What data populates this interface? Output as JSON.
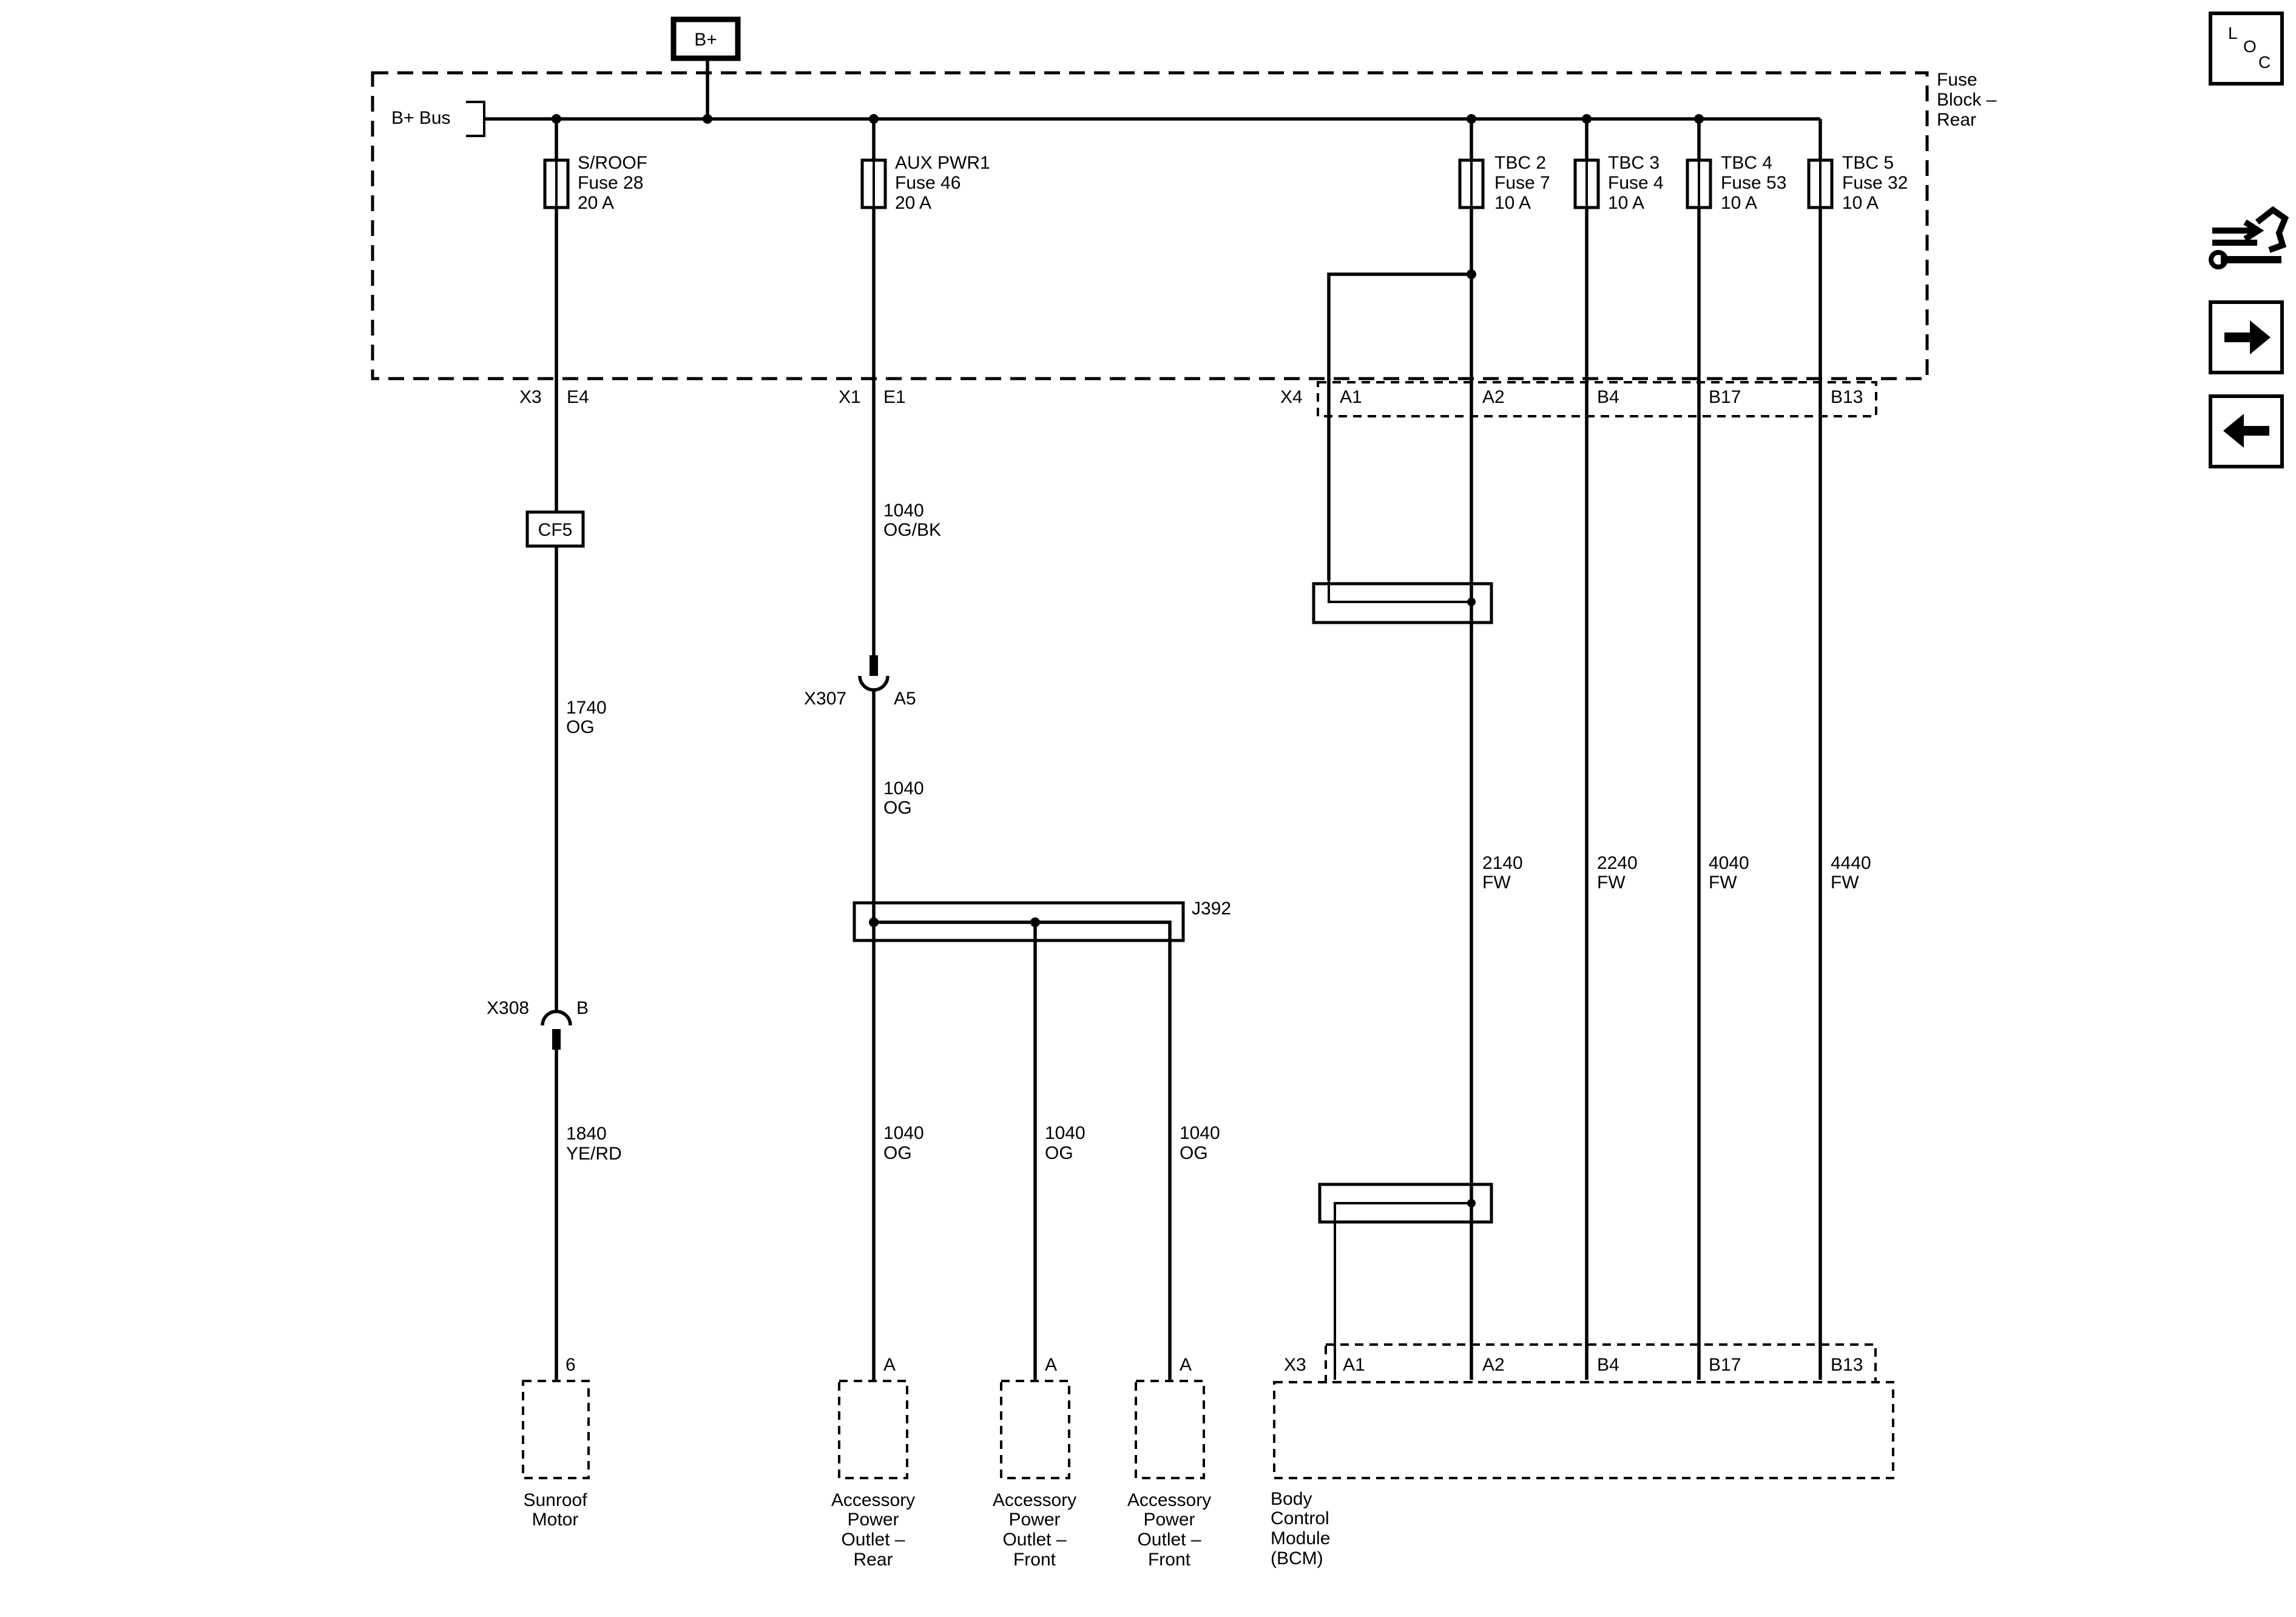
{
  "power_source": "B+",
  "bus_label": "B+ Bus",
  "fuse_block_title": [
    "Fuse",
    "Block –",
    "Rear"
  ],
  "fuses": [
    {
      "name": "S/ROOF",
      "fuse": "Fuse 28",
      "rating": "20 A"
    },
    {
      "name": "AUX PWR1",
      "fuse": "Fuse 46",
      "rating": "20 A"
    },
    {
      "name": "TBC 2",
      "fuse": "Fuse 7",
      "rating": "10 A"
    },
    {
      "name": "TBC 3",
      "fuse": "Fuse 4",
      "rating": "10 A"
    },
    {
      "name": "TBC 4",
      "fuse": "Fuse 53",
      "rating": "10 A"
    },
    {
      "name": "TBC 5",
      "fuse": "Fuse 32",
      "rating": "10 A"
    }
  ],
  "fuse_block_connectors": {
    "x3": "X3",
    "x3_pin": "E4",
    "x1": "X1",
    "x1_pin": "E1",
    "x4": "X4",
    "x4_pins": [
      "A1",
      "A2",
      "B4",
      "B17",
      "B13"
    ]
  },
  "sunroof_circuit": {
    "splice": "CF5",
    "wire1": [
      "1740",
      "OG"
    ],
    "connector": "X308",
    "connector_pin": "B",
    "wire2": [
      "1840",
      "YE/RD"
    ],
    "pin": "6",
    "component": [
      "Sunroof",
      "Motor"
    ]
  },
  "accessory_circuit": {
    "wire1": [
      "1040",
      "OG/BK"
    ],
    "connector": "X307",
    "connector_pin": "A5",
    "wire2": [
      "1040",
      "OG"
    ],
    "splice": "J392",
    "outlets": [
      {
        "wire": [
          "1040",
          "OG"
        ],
        "pin": "A",
        "component": [
          "Accessory",
          "Power",
          "Outlet –",
          "Rear"
        ]
      },
      {
        "wire": [
          "1040",
          "OG"
        ],
        "pin": "A",
        "component": [
          "Accessory",
          "Power",
          "Outlet –",
          "Front"
        ]
      },
      {
        "wire": [
          "1040",
          "OG"
        ],
        "pin": "A",
        "component": [
          "Accessory",
          "Power",
          "Outlet –",
          "Front"
        ]
      }
    ]
  },
  "bcm_wires": [
    [
      "2140",
      "FW"
    ],
    [
      "2240",
      "FW"
    ],
    [
      "4040",
      "FW"
    ],
    [
      "4440",
      "FW"
    ]
  ],
  "bcm": {
    "connector": "X3",
    "pins": [
      "A1",
      "A2",
      "B4",
      "B17",
      "B13"
    ],
    "component": [
      "Body",
      "Control",
      "Module",
      "(BCM)"
    ]
  },
  "nav": {
    "loc_letters": [
      "L",
      "O",
      "C"
    ],
    "icons": [
      "connector-wrench-icon",
      "arrow-right-icon",
      "arrow-left-icon"
    ]
  }
}
